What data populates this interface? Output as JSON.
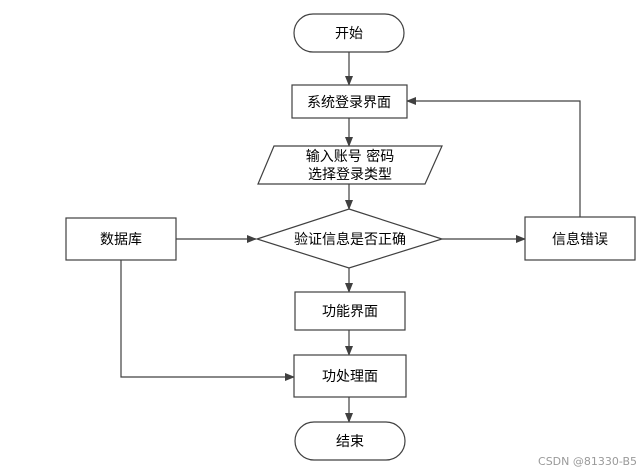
{
  "diagram": {
    "nodes": {
      "start": "开始",
      "login_page": "系统登录界面",
      "input_line1": "输入账号 密码",
      "input_line2": "选择登录类型",
      "verify": "验证信息是否正确",
      "database": "数据库",
      "error": "信息错误",
      "function_page": "功能界面",
      "process_page": "功处理面",
      "end": "结束"
    }
  },
  "watermark": "CSDN @81330-B5",
  "colors": {
    "stroke": "#404040",
    "fill": "#ffffff",
    "text": "#000000"
  }
}
